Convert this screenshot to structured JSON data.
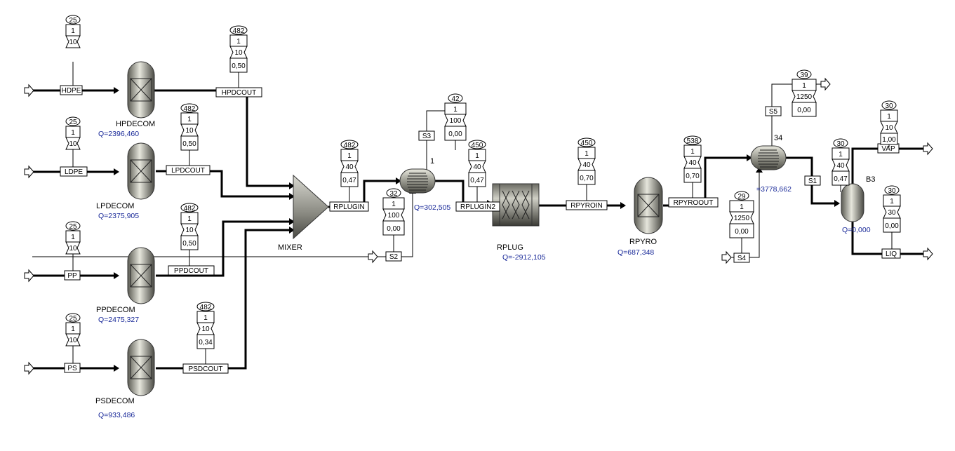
{
  "streams": {
    "hdpe": "HDPE",
    "ldpe": "LDPE",
    "pp": "PP",
    "ps": "PS",
    "hpdcout": "HPDCOUT",
    "lpdcout": "LPDCOUT",
    "ppdcout": "PPDCOUT",
    "psdcout": "PSDCOUT",
    "rplugin": "RPLUGIN",
    "rplugin2": "RPLUGIN2",
    "rpyroin": "RPYROIN",
    "rpyroout": "RPYROOUT",
    "s1": "S1",
    "s2": "S2",
    "s3": "S3",
    "s4": "S4",
    "s5": "S5",
    "vap": "VAP",
    "liq": "LIQ"
  },
  "blocks": {
    "hpdecom": {
      "name": "HPDECOM",
      "duty": "Q=2396,460"
    },
    "lpdecom": {
      "name": "LPDECOM",
      "duty": "Q=2375,905"
    },
    "ppdecom": {
      "name": "PPDECOM",
      "duty": "Q=2475,327"
    },
    "psdecom": {
      "name": "PSDECOM",
      "duty": "Q=933,486"
    },
    "mixer": {
      "name": "MIXER"
    },
    "b1": {
      "name": "1",
      "duty": "Q=302,505"
    },
    "rplug": {
      "name": "RPLUG",
      "duty": "Q=-2912,105"
    },
    "rpyro": {
      "name": "RPYRO",
      "duty": "Q=687,348"
    },
    "b4": {
      "name": "34",
      "duty": "=3778,662"
    },
    "b3": {
      "name": "B3",
      "duty": "Q=0,000"
    }
  },
  "tables": {
    "hdpe": [
      "25",
      "1",
      "10"
    ],
    "ldpe": [
      "25",
      "1",
      "10"
    ],
    "pp": [
      "25",
      "1",
      "10"
    ],
    "ps": [
      "25",
      "1",
      "10"
    ],
    "hpdcout": [
      "482",
      "1",
      "10",
      "0,50"
    ],
    "lpdcout": [
      "482",
      "1",
      "10",
      "0,50"
    ],
    "ppdcout": [
      "482",
      "1",
      "10",
      "0,50"
    ],
    "psdcout": [
      "482",
      "1",
      "10",
      "0,34"
    ],
    "rplugin": [
      "482",
      "1",
      "40",
      "0,47"
    ],
    "s2": [
      "32",
      "1",
      "100",
      "0,00"
    ],
    "s3": [
      "42",
      "1",
      "100",
      "0,00"
    ],
    "rplugin2": [
      "450",
      "1",
      "40",
      "0,47"
    ],
    "rpyroin": [
      "450",
      "1",
      "40",
      "0,70"
    ],
    "rpyroout": [
      "538",
      "1",
      "40",
      "0,70"
    ],
    "s4": [
      "29",
      "1",
      "1250",
      "0,00"
    ],
    "s5": [
      "39",
      "1",
      "1250",
      "0,00"
    ],
    "s1": [
      "30",
      "1",
      "40",
      "0,47"
    ],
    "vap": [
      "30",
      "1",
      "10",
      "1,00"
    ],
    "liq": [
      "30",
      "1",
      "30",
      "0,00"
    ]
  }
}
